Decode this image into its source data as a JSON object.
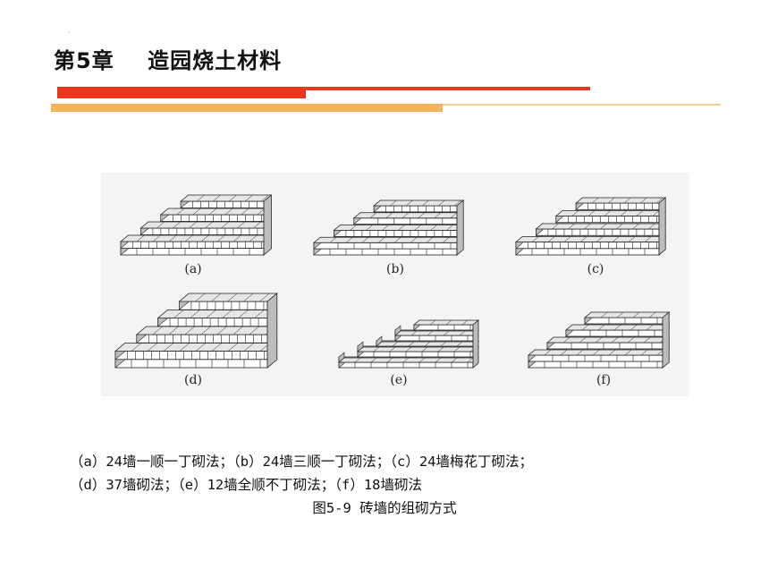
{
  "header": {
    "dot": "·",
    "title": "第5章    造园烧土材料"
  },
  "figure": {
    "panels": [
      {
        "label": "(a)"
      },
      {
        "label": "(b)"
      },
      {
        "label": "(c)"
      },
      {
        "label": "(d)"
      },
      {
        "label": "(e)"
      },
      {
        "label": "(f)"
      }
    ],
    "colors": {
      "brick_face": "#ffffff",
      "brick_top": "#e6e6e6",
      "brick_side": "#bdbdbd",
      "stroke": "#222222"
    }
  },
  "caption": {
    "line1": "（a）24墙一顺一丁砌法；（b）24墙三顺一丁砌法；（c）24墙梅花丁砌法；",
    "line2": "（d）37墙砌法；（e）12墙全顺不丁砌法；（f）18墙砌法",
    "title": "图5-9   砖墙的组砌方式"
  }
}
